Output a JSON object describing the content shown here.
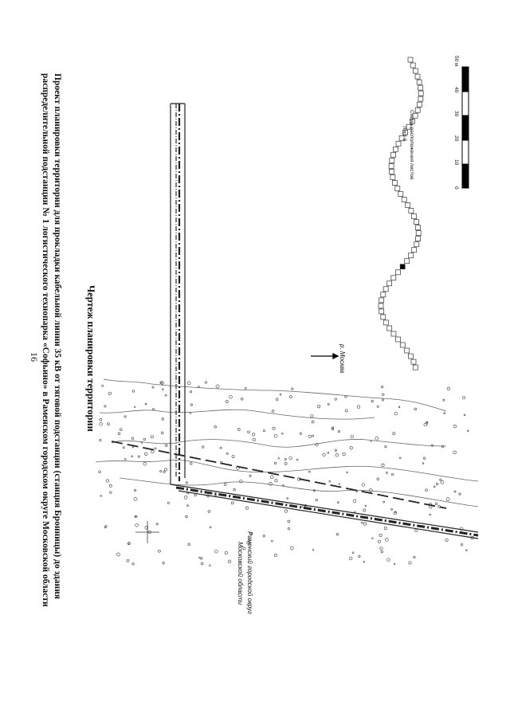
{
  "page": {
    "number": "16",
    "title_lines": [
      "Проект планировки территории для прокладки кабельной линии 35 кВ от тяговой подстанции (станция Бронницы) до здания",
      "распределительной подстанции № 1 логистического технопарка «Софьино» в Раменском городском округе Московской области"
    ]
  },
  "map": {
    "heading": "Чертеж планировки территории",
    "district_label_1": "Раменский городской округ",
    "district_label_2": "Московской области",
    "river_label": "р. Москва",
    "scheme_title": "Схема расположения листов",
    "sheet_label": "Лист 9",
    "scale_ticks": [
      "0",
      "10",
      "20",
      "30",
      "40",
      "50 м"
    ]
  }
}
